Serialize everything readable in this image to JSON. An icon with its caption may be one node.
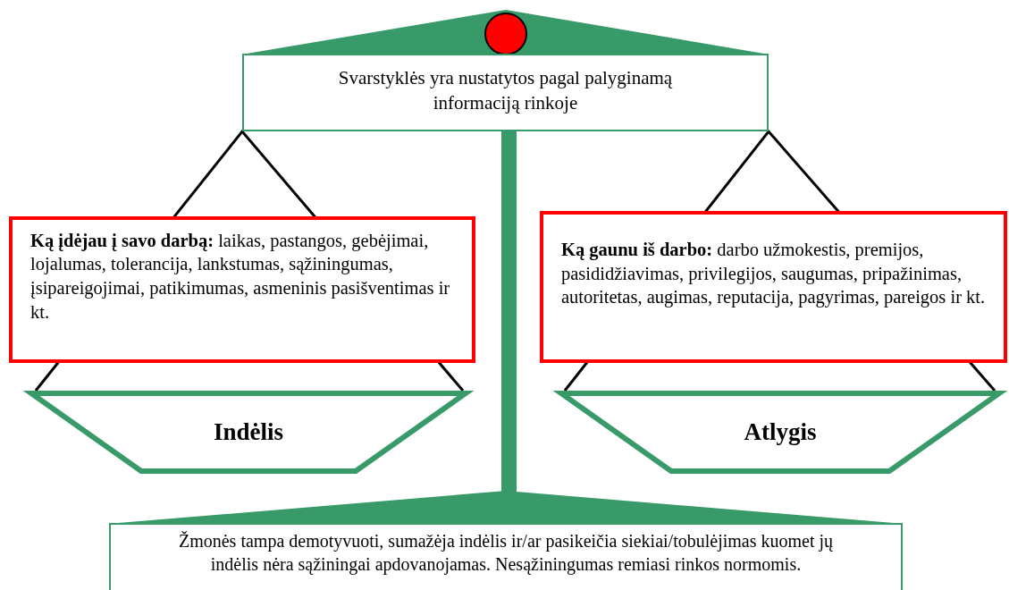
{
  "diagram": {
    "nodes": [
      {
        "text": [
          "Svarstyklės yra nustatytos pagal palyginamą informaciją rinkoje"
        ]
      },
      {
        "text": [
          "**Ką įdėjau į savo darbą:** laikas, pastangos, gebėjimai, lojalumas, tolerancija, lankstumas, sąžiningumas, įsipareigojimai, patikimumas, asmeninis pasišventimas ir kt."
        ]
      },
      {
        "text": [
          "**Ką gaunu iš darbo:** darbo užmokestis, premijos, pasididžiavimas, privilegijos, saugumas, pripažinimas, autoritetas, augimas, reputacija, pagyrimas, pareigos ir kt."
        ]
      },
      {
        "text": [
          "Indėlis"
        ]
      },
      {
        "text": [
          "Atlygis"
        ]
      },
      {
        "text": [
          "Žmonės tampa demotyvuoti, sumažėja indėlis ir/ar pasikeičia siekiai/tobulėjimas kuomet jų indėlis nėra sąžiningai apdovanojamas. Nesąžiningumas remiasi rinkos normomis."
        ]
      }
    ]
  }
}
